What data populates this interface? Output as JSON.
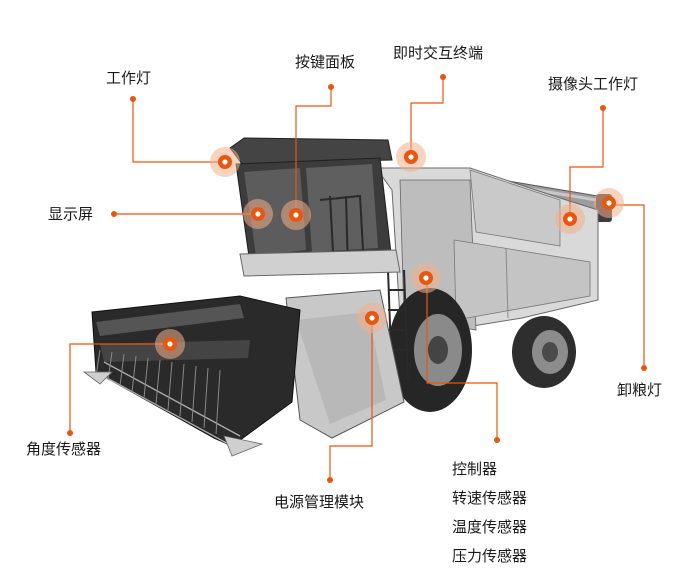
{
  "labels": {
    "work_light": "工作灯",
    "keypad_panel": "按键面板",
    "interactive_terminal": "即时交互终端",
    "camera_work_light": "摄像头工作灯",
    "display_screen": "显示屏",
    "unloading_light": "卸粮灯",
    "angle_sensor": "角度传感器",
    "power_module": "电源管理模块",
    "component_list": [
      "控制器",
      "转速传感器",
      "温度传感器",
      "压力传感器"
    ]
  },
  "colors": {
    "accent": "#e8560f",
    "accent_glow": "#f3b08c",
    "line": "#e8560f",
    "body_light": "#d6d6d6",
    "body_mid": "#a9a9a9",
    "body_dark": "#4a4a4a"
  }
}
